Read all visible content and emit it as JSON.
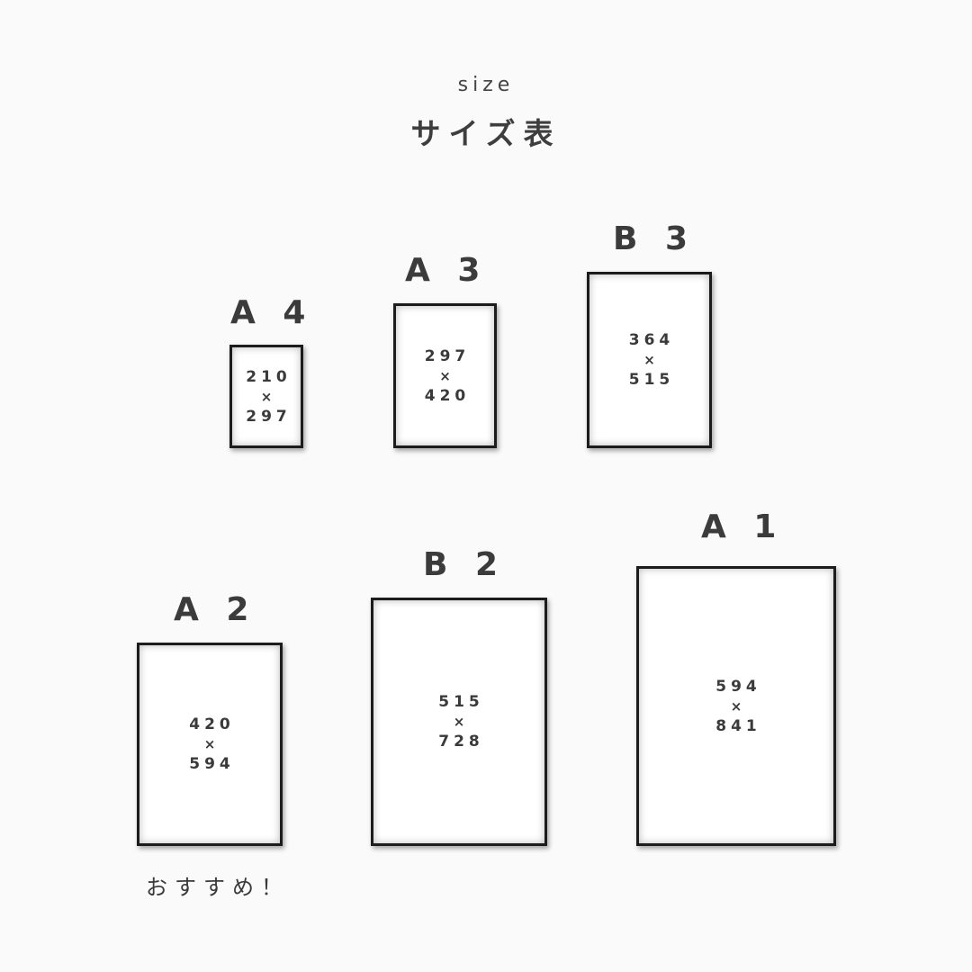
{
  "header": {
    "subtitle": "size",
    "title": "サイズ表"
  },
  "times_symbol": "×",
  "frames": {
    "a4": {
      "label": "A 4",
      "width": "210",
      "height": "297"
    },
    "a3": {
      "label": "A 3",
      "width": "297",
      "height": "420"
    },
    "b3": {
      "label": "B 3",
      "width": "364",
      "height": "515"
    },
    "a2": {
      "label": "A 2",
      "width": "420",
      "height": "594"
    },
    "b2": {
      "label": "B 2",
      "width": "515",
      "height": "728"
    },
    "a1": {
      "label": "A 1",
      "width": "594",
      "height": "841"
    }
  },
  "recommendation": "おすすめ！"
}
